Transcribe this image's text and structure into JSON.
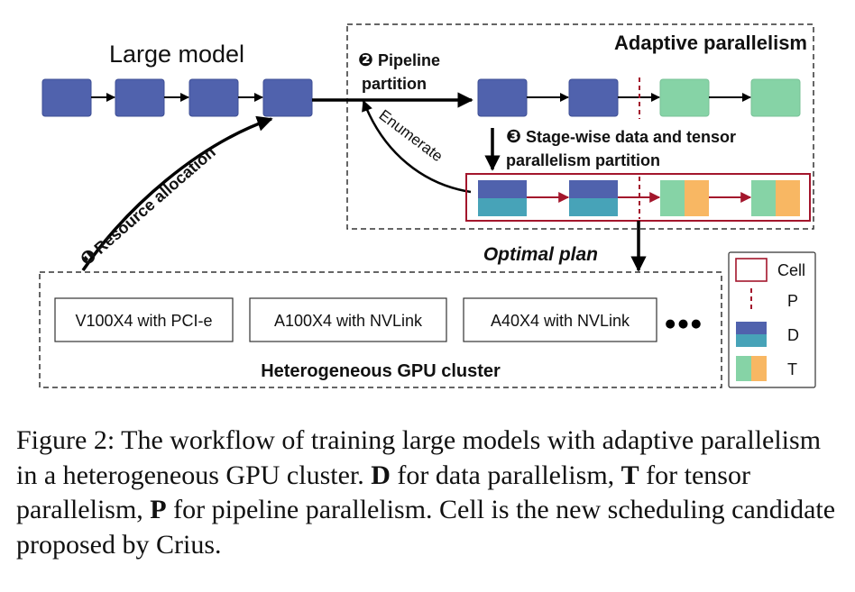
{
  "diagram": {
    "large_model_label": "Large model",
    "step1_number": "❶",
    "step1_label": "Resource allocation",
    "step2_number": "❷",
    "step2_line1": "Pipeline",
    "step2_line2": "partition",
    "step3_number": "❸",
    "step3_line1": "Stage-wise data and tensor",
    "step3_line2": "parallelism partition",
    "enumerate_label": "Enumerate",
    "adaptive_title": "Adaptive parallelism",
    "optimal_plan_label": "Optimal plan",
    "cluster_title": "Heterogeneous GPU cluster",
    "gpu_nodes": [
      "V100X4 with PCI-e",
      "A100X4 with NVLink",
      "A40X4 with NVLink"
    ],
    "more_glyph": "●●●",
    "legend": [
      {
        "label": "Cell",
        "icon": "cell-box"
      },
      {
        "label": "P",
        "icon": "pipeline-split-line"
      },
      {
        "label": "D",
        "icon": "data-parallel-block"
      },
      {
        "label": "T",
        "icon": "tensor-parallel-block"
      }
    ],
    "colors": {
      "model_block": "#5062AD",
      "model_block_border": "#3E4F95",
      "data_split_bottom": "#47A3B8",
      "green_block": "#86D3A6",
      "orange_block": "#F8B763",
      "cell_red": "#A3162C",
      "arrow_black": "#000000"
    }
  },
  "caption": {
    "figure_label": "Figure 2:",
    "text1": " The workflow of training large models with adaptive parallelism in a heterogeneous GPU cluster. ",
    "bold_d": "D",
    "text2": " for data parallelism, ",
    "bold_t": "T",
    "text3": " for tensor parallelism, ",
    "bold_p": "P",
    "text4": " for pipeline parallelism. Cell is the new scheduling candidate proposed by Crius."
  }
}
